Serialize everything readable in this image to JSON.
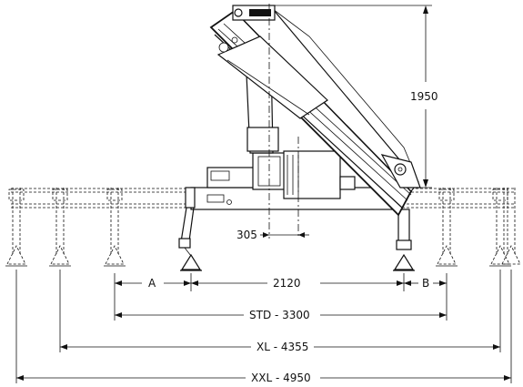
{
  "dimensions": {
    "height": "1950",
    "offset": "305",
    "span": "2120",
    "label_a": "A",
    "label_b": "B",
    "std": "STD - 3300",
    "xl": "XL - 4355",
    "xxl": "XXL - 4950"
  }
}
